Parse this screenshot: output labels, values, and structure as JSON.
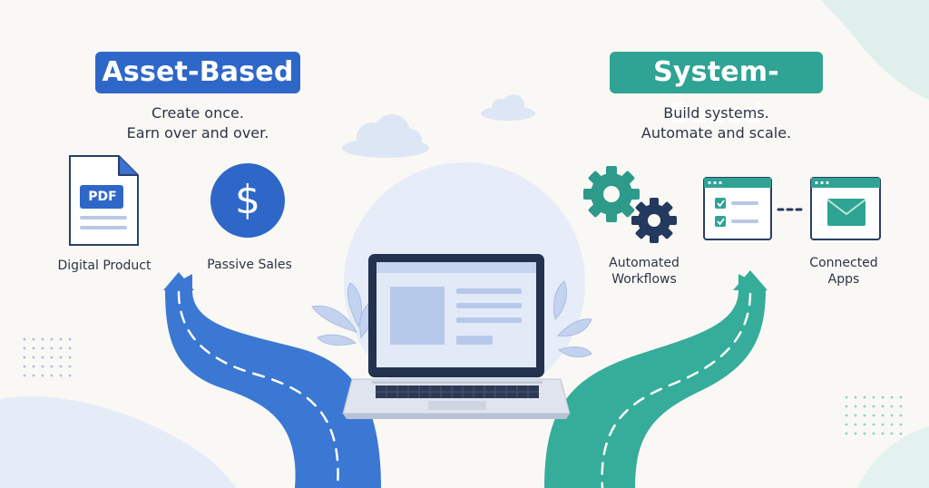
{
  "left_path": {
    "title": "Asset-Based",
    "tagline_line1": "Create once.",
    "tagline_line2": "Earn over and over.",
    "items": [
      {
        "label": "Digital Product",
        "icon": "pdf-document-icon",
        "icon_text": "PDF"
      },
      {
        "label": "Passive Sales",
        "icon": "dollar-coin-icon",
        "icon_text": "$"
      }
    ]
  },
  "right_path": {
    "title": "System-Based",
    "tagline_line1": "Build systems.",
    "tagline_line2": "Automate and scale.",
    "items": [
      {
        "label_line1": "Automated",
        "label_line2": "Workflows",
        "icon": "gears-icon"
      },
      {
        "label_line1": "Connected",
        "label_line2": "Apps",
        "icon": "connected-windows-icon"
      }
    ]
  },
  "center": {
    "icon": "laptop-icon"
  },
  "colors": {
    "background": "#faf8f4",
    "left_accent": "#2f67c8",
    "right_accent": "#2fa394",
    "text": "#2b3446",
    "dark_navy": "#23395e"
  }
}
